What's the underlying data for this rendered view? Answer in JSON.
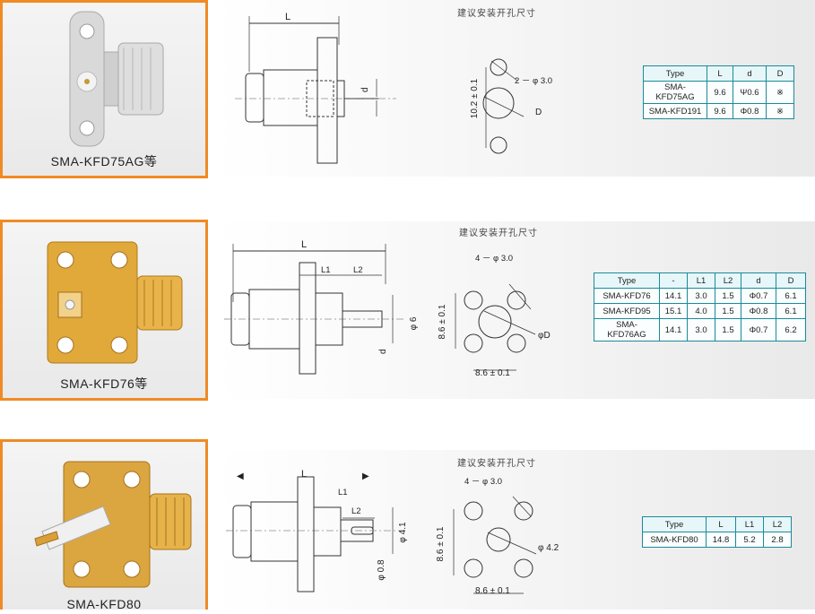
{
  "rows": [
    {
      "caption": "SMA-KFD75AG等",
      "hole_title": "建议安装开孔尺寸",
      "dims": {
        "L": "L",
        "d": "d",
        "holes": "2 － φ 3.0",
        "height": "10.2 ± 0.1",
        "D": "D"
      },
      "table": {
        "headers": [
          "Type",
          "L",
          "d",
          "D"
        ],
        "rows": [
          [
            "SMA-KFD75AG",
            "9.6",
            "Ψ0.6",
            "※"
          ],
          [
            "SMA-KFD191",
            "9.6",
            "Φ0.8",
            "※"
          ]
        ]
      }
    },
    {
      "caption": "SMA-KFD76等",
      "hole_title": "建议安装开孔尺寸",
      "dims": {
        "L": "L",
        "L1": "L1",
        "L2": "L2",
        "phi6": "φ 6",
        "d": "d",
        "holes": "4 － φ 3.0",
        "height": "8.6 ± 0.1",
        "width": "8.6 ± 0.1",
        "D": "φD"
      },
      "table": {
        "headers": [
          "Type",
          "-",
          "L1",
          "L2",
          "d",
          "D"
        ],
        "rows": [
          [
            "SMA-KFD76",
            "14.1",
            "3.0",
            "1.5",
            "Φ0.7",
            "6.1"
          ],
          [
            "SMA-KFD95",
            "15.1",
            "4.0",
            "1.5",
            "Φ0.8",
            "6.1"
          ],
          [
            "SMA-KFD76AG",
            "14.1",
            "3.0",
            "1.5",
            "Φ0.7",
            "6.2"
          ]
        ]
      }
    },
    {
      "caption": "SMA-KFD80",
      "hole_title": "建议安装开孔尺寸",
      "dims": {
        "L": "L",
        "L1": "L1",
        "L2": "L2",
        "d41": "φ 4.1",
        "d08": "φ 0.8",
        "holes": "4 － φ 3.0",
        "height": "8.6 ± 0.1",
        "width": "8.6 ± 0.1",
        "D": "φ 4.2"
      },
      "table": {
        "headers": [
          "Type",
          "L",
          "L1",
          "L2"
        ],
        "rows": [
          [
            "SMA-KFD80",
            "14.8",
            "5.2",
            "2.8"
          ]
        ]
      }
    }
  ]
}
